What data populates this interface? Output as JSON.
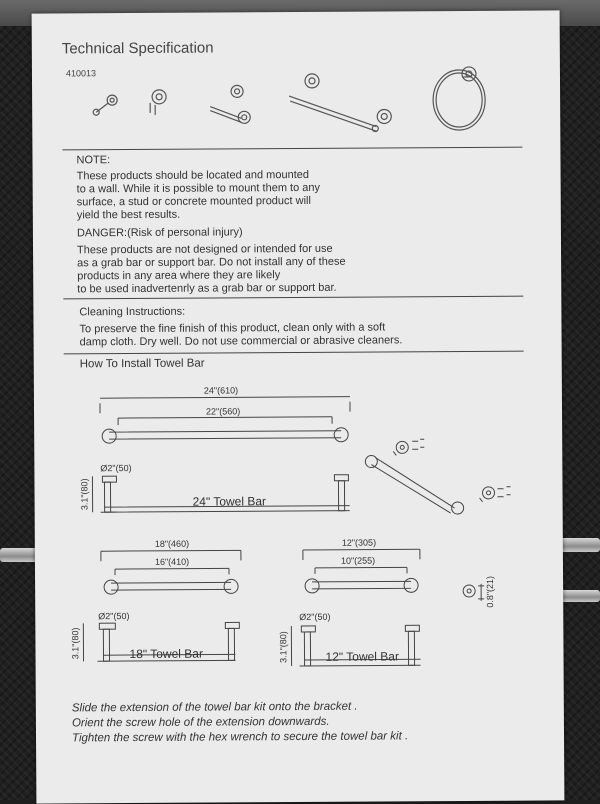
{
  "sheet": {
    "title": "Technical Specification",
    "model_number": "410013",
    "note": {
      "heading": "NOTE:",
      "lines": [
        "These products should be located and mounted",
        "to a wall. While it is possible to mount them to any",
        "surface, a stud or concrete mounted product will",
        "yield the best results."
      ]
    },
    "danger": {
      "heading": "DANGER:(Risk of personal injury)",
      "lines": [
        "These products are not designed or intended for use",
        "as a grab bar or support bar. Do not install any of these",
        "products in any area where they are likely",
        "to be used inadvertenrly as a grab bar or support bar."
      ]
    },
    "cleaning": {
      "heading": "Cleaning Instructions:",
      "lines": [
        "To preserve the fine finish of this product, clean only with a soft",
        "damp cloth. Dry well. Do not use commercial or abrasive cleaners."
      ]
    },
    "install_heading": "How To Install Towel Bar",
    "bar24": {
      "overall": "24\"(610)",
      "rod": "22\"(560)",
      "base": "Ø2\"(50)",
      "height": "3.1\"(80)",
      "name": "24\" Towel Bar"
    },
    "bar18": {
      "overall": "18\"(460)",
      "rod": "16\"(410)",
      "base": "Ø2\"(50)",
      "height": "3.1\"(80)",
      "name": "18\" Towel Bar"
    },
    "bar12": {
      "overall": "12\"(305)",
      "rod": "10\"(255)",
      "base": "Ø2\"(50)",
      "height": "3.1\"(80)",
      "name": "12\" Towel Bar"
    },
    "screw_depth": "0.8\"(21)",
    "instructions": [
      "Slide the extension of the towel bar kit onto the bracket .",
      "Orient the screw hole of the extension downwards.",
      "Tighten the screw with the hex wrench to secure the towel bar kit ."
    ]
  }
}
